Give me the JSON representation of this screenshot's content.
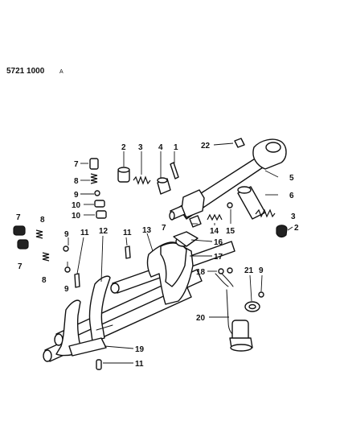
{
  "header": {
    "doc_id": "5721 1000",
    "rev": "A"
  },
  "callouts": [
    {
      "label": "1"
    },
    {
      "label": "2"
    },
    {
      "label": "2"
    },
    {
      "label": "3"
    },
    {
      "label": "3"
    },
    {
      "label": "4"
    },
    {
      "label": "5"
    },
    {
      "label": "6"
    },
    {
      "label": "7"
    },
    {
      "label": "7"
    },
    {
      "label": "7"
    },
    {
      "label": "7"
    },
    {
      "label": "8"
    },
    {
      "label": "8"
    },
    {
      "label": "8"
    },
    {
      "label": "9"
    },
    {
      "label": "9"
    },
    {
      "label": "9"
    },
    {
      "label": "9"
    },
    {
      "label": "10"
    },
    {
      "label": "10"
    },
    {
      "label": "11"
    },
    {
      "label": "11"
    },
    {
      "label": "11"
    },
    {
      "label": "12"
    },
    {
      "label": "13"
    },
    {
      "label": "14"
    },
    {
      "label": "15"
    },
    {
      "label": "16"
    },
    {
      "label": "17"
    },
    {
      "label": "18"
    },
    {
      "label": "19"
    },
    {
      "label": "20"
    },
    {
      "label": "21"
    },
    {
      "label": "22"
    }
  ]
}
